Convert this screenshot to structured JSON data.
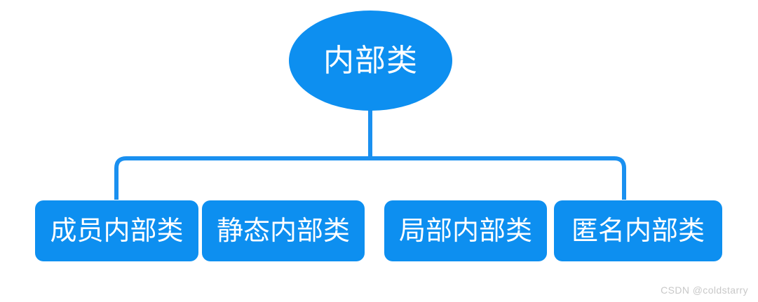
{
  "diagram": {
    "type": "tree",
    "orientation": "top-down",
    "accent_color": "#0d8ff0",
    "text_color": "#ffffff",
    "background_color": "#ffffff",
    "root": {
      "label": "内部类",
      "shape": "ellipse"
    },
    "children": [
      {
        "label": "成员内部类",
        "shape": "rounded-rect"
      },
      {
        "label": "静态内部类",
        "shape": "rounded-rect"
      },
      {
        "label": "局部内部类",
        "shape": "rounded-rect"
      },
      {
        "label": "匿名内部类",
        "shape": "rounded-rect"
      }
    ]
  },
  "watermark": {
    "text": "CSDN @coldstarry",
    "color": "#c8c8c8"
  }
}
